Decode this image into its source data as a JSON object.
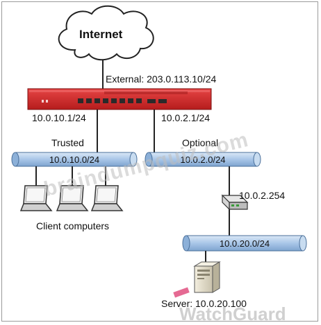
{
  "internet": {
    "label": "Internet"
  },
  "firewall": {
    "external": "External: 203.0.113.10/24",
    "trusted_if": "10.0.10.1/24",
    "optional_if": "10.0.2.1/24",
    "color": "#d42a2a"
  },
  "segments": {
    "trusted": {
      "name": "Trusted",
      "network": "10.0.10.0/24"
    },
    "optional": {
      "name": "Optional",
      "network": "10.0.2.0/24"
    },
    "server_net": {
      "network": "10.0.20.0/24"
    }
  },
  "router": {
    "ip": "10.0.2.254"
  },
  "clients": {
    "label": "Client computers"
  },
  "server": {
    "label": "Server: 10.0.20.100"
  },
  "watermark": {
    "text": "braindumpquiz.com",
    "brand": "WatchGuard"
  },
  "colors": {
    "segment_fill": "#b6d0ec",
    "segment_stroke": "#4a6f9a",
    "line": "#222222"
  }
}
